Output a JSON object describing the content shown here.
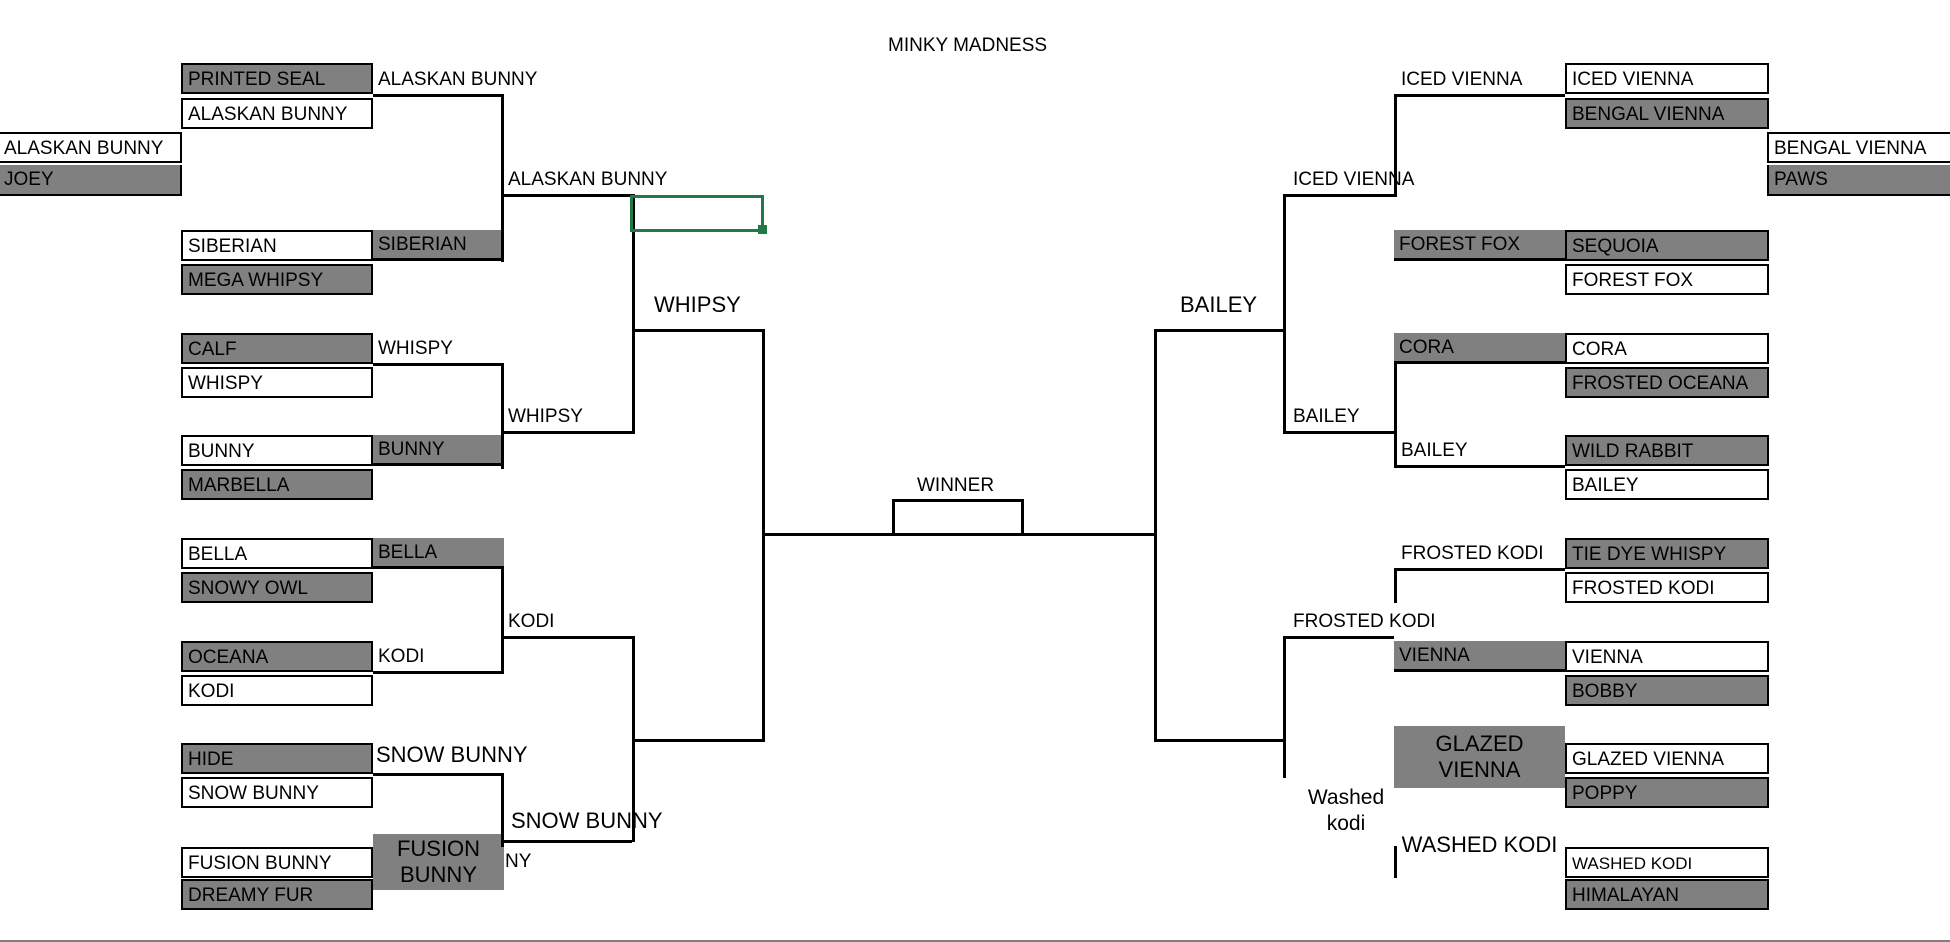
{
  "title": "MINKY MADNESS",
  "winner_label": "WINNER",
  "left": {
    "r1": {
      "printed_seal": "PRINTED SEAL",
      "alaskan_bunny": "ALASKAN BUNNY",
      "alaskan_bunny_outer": "ALASKAN BUNNY",
      "joey": "JOEY",
      "siberian": "SIBERIAN",
      "mega_whipsy": "MEGA WHIPSY",
      "calf": "CALF",
      "whispy": "WHISPY",
      "bunny": "BUNNY",
      "marbella": "MARBELLA",
      "bella": "BELLA",
      "snowy_owl": "SNOWY OWL",
      "oceana": "OCEANA",
      "kodi": "KODI",
      "hide": "HIDE",
      "snow_bunny": "SNOW BUNNY",
      "fusion_bunny": "FUSION BUNNY",
      "dreamy_fur": "DREAMY FUR"
    },
    "r2": {
      "alaskan_bunny": "ALASKAN BUNNY",
      "siberian": "SIBERIAN",
      "whispy": "WHISPY",
      "bunny": "BUNNY",
      "bella": "BELLA",
      "kodi": "KODI",
      "snow_bunny": "SNOW BUNNY",
      "fusion_bunny": "FUSION BUNNY",
      "fusion_overflow": "NY"
    },
    "r3": {
      "alaskan_bunny": "ALASKAN BUNNY",
      "whipsy": "WHIPSY",
      "kodi": "KODI",
      "snow_bunny": "SNOW BUNNY"
    },
    "r4": {
      "whipsy": "WHIPSY"
    }
  },
  "right": {
    "r1": {
      "iced_vienna": "ICED VIENNA",
      "bengal_vienna": "BENGAL VIENNA",
      "bengal_vienna_outer": "BENGAL VIENNA",
      "paws": "PAWS",
      "sequoia": "SEQUOIA",
      "forest_fox": "FOREST FOX",
      "cora": "CORA",
      "frosted_oceana": "FROSTED OCEANA",
      "wild_rabbit": "WILD RABBIT",
      "bailey": "BAILEY",
      "tie_dye_whispy": "TIE DYE WHISPY",
      "frosted_kodi": "FROSTED KODI",
      "vienna": "VIENNA",
      "bobby": "BOBBY",
      "glazed_vienna": "GLAZED VIENNA",
      "poppy": "POPPY",
      "washed_kodi": "WASHED KODI",
      "himalayan": "HIMALAYAN"
    },
    "r2": {
      "iced_vienna": "ICED VIENNA",
      "forest_fox": "FOREST FOX",
      "cora": "CORA",
      "bailey": "BAILEY",
      "frosted_kodi": "FROSTED KODI",
      "vienna": "VIENNA",
      "glazed_vienna": "GLAZED VIENNA",
      "washed_kodi": "WASHED KODI"
    },
    "r3": {
      "iced_vienna": "ICED VIENNA",
      "bailey": "BAILEY",
      "frosted_kodi": "FROSTED KODI",
      "washed_kodi": "Washed kodi"
    },
    "r4": {
      "bailey": "BAILEY"
    }
  }
}
